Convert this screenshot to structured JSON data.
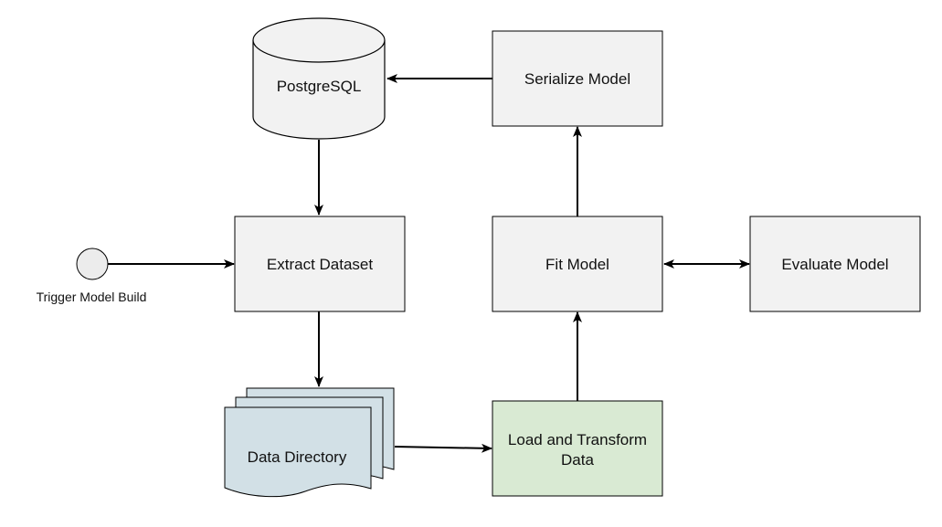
{
  "diagram": {
    "nodes": {
      "postgresql": {
        "label": "PostgreSQL"
      },
      "serialize_model": {
        "label": "Serialize Model"
      },
      "extract_dataset": {
        "label": "Extract Dataset"
      },
      "fit_model": {
        "label": "Fit Model"
      },
      "evaluate_model": {
        "label": "Evaluate Model"
      },
      "data_directory": {
        "label": "Data Directory"
      },
      "load_transform": {
        "line1": "Load and Transform",
        "line2": "Data"
      },
      "trigger": {
        "label": "Trigger Model Build"
      }
    },
    "colors": {
      "box_fill": "#f2f2f2",
      "stroke": "#000000",
      "document_fill": "#d2e0e6",
      "highlight_fill": "#d9ead3",
      "circle_fill": "#ececec"
    }
  }
}
